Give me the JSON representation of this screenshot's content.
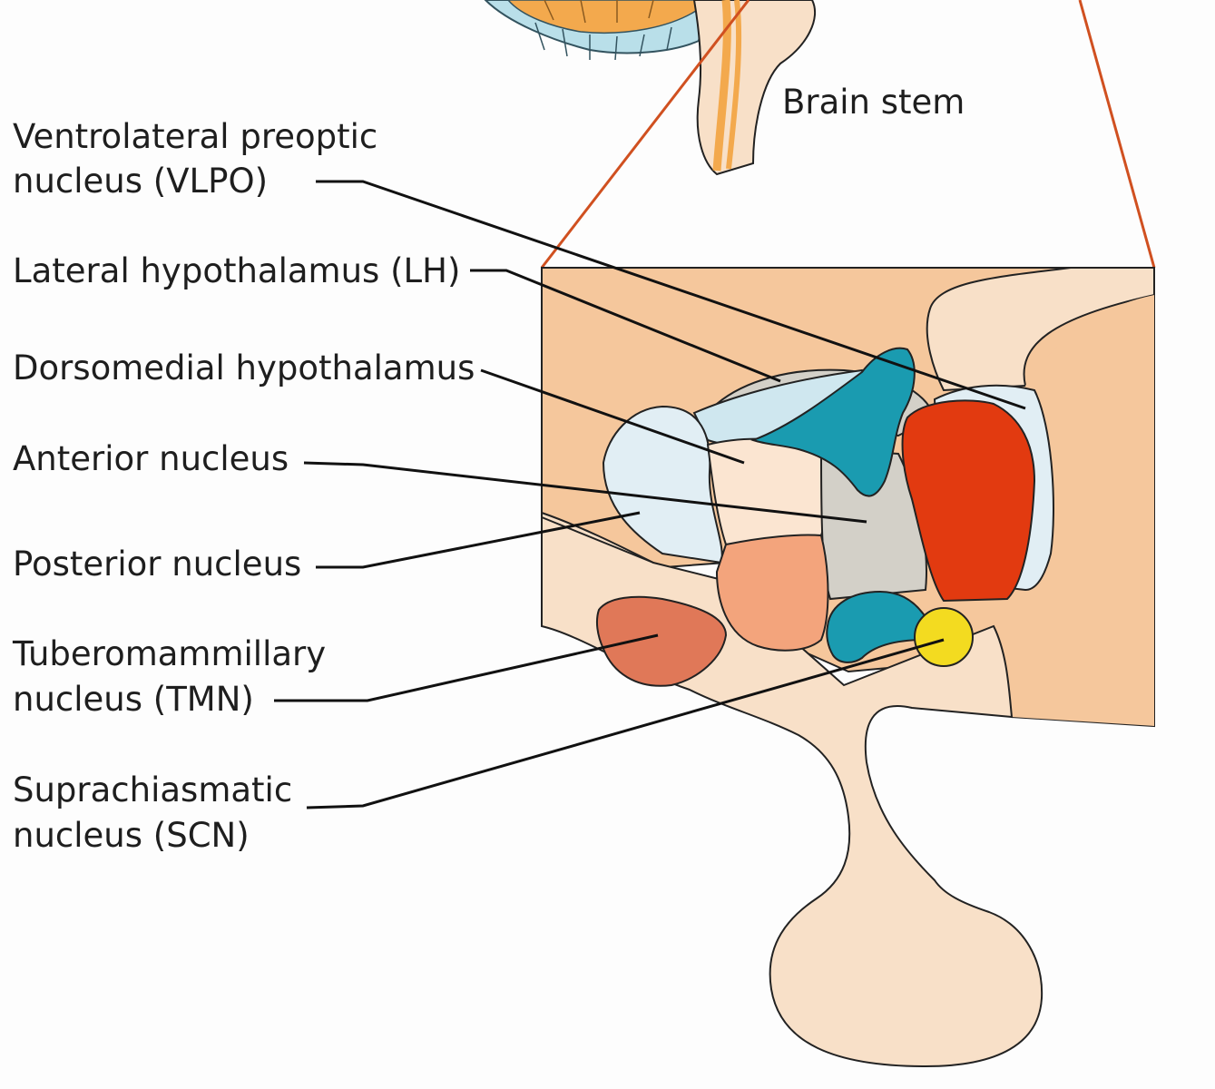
{
  "labels": {
    "brain_stem": "Brain stem",
    "vlpo": [
      "Ventrolateral preoptic",
      "nucleus (VLPO)"
    ],
    "lh": "Lateral hypothalamus (LH)",
    "dmh": "Dorsomedial hypothalamus",
    "anterior": "Anterior nucleus",
    "posterior": "Posterior nucleus",
    "tmn": [
      "Tuberomammillary",
      "nucleus (TMN)"
    ],
    "scn": [
      "Suprachiasmatic",
      "nucleus (SCN)"
    ]
  },
  "colors": {
    "tissue": "#f8e0c8",
    "tissue_dark": "#f5c79c",
    "zoom_lines": "#d05020",
    "vlpo": "#e23a10",
    "lh": "#1a9bb0",
    "lh_pale": "#cfe7ef",
    "dmh": "#fbe5d1",
    "anterior": "#d3d0c8",
    "posterior": "#e1eef4",
    "tmn": "#e07858",
    "tmn_region": "#f3a47c",
    "scn": "#f3db20",
    "cerebellum_blue": "#b9dfe9",
    "cerebellum_orange": "#f3a94d"
  }
}
